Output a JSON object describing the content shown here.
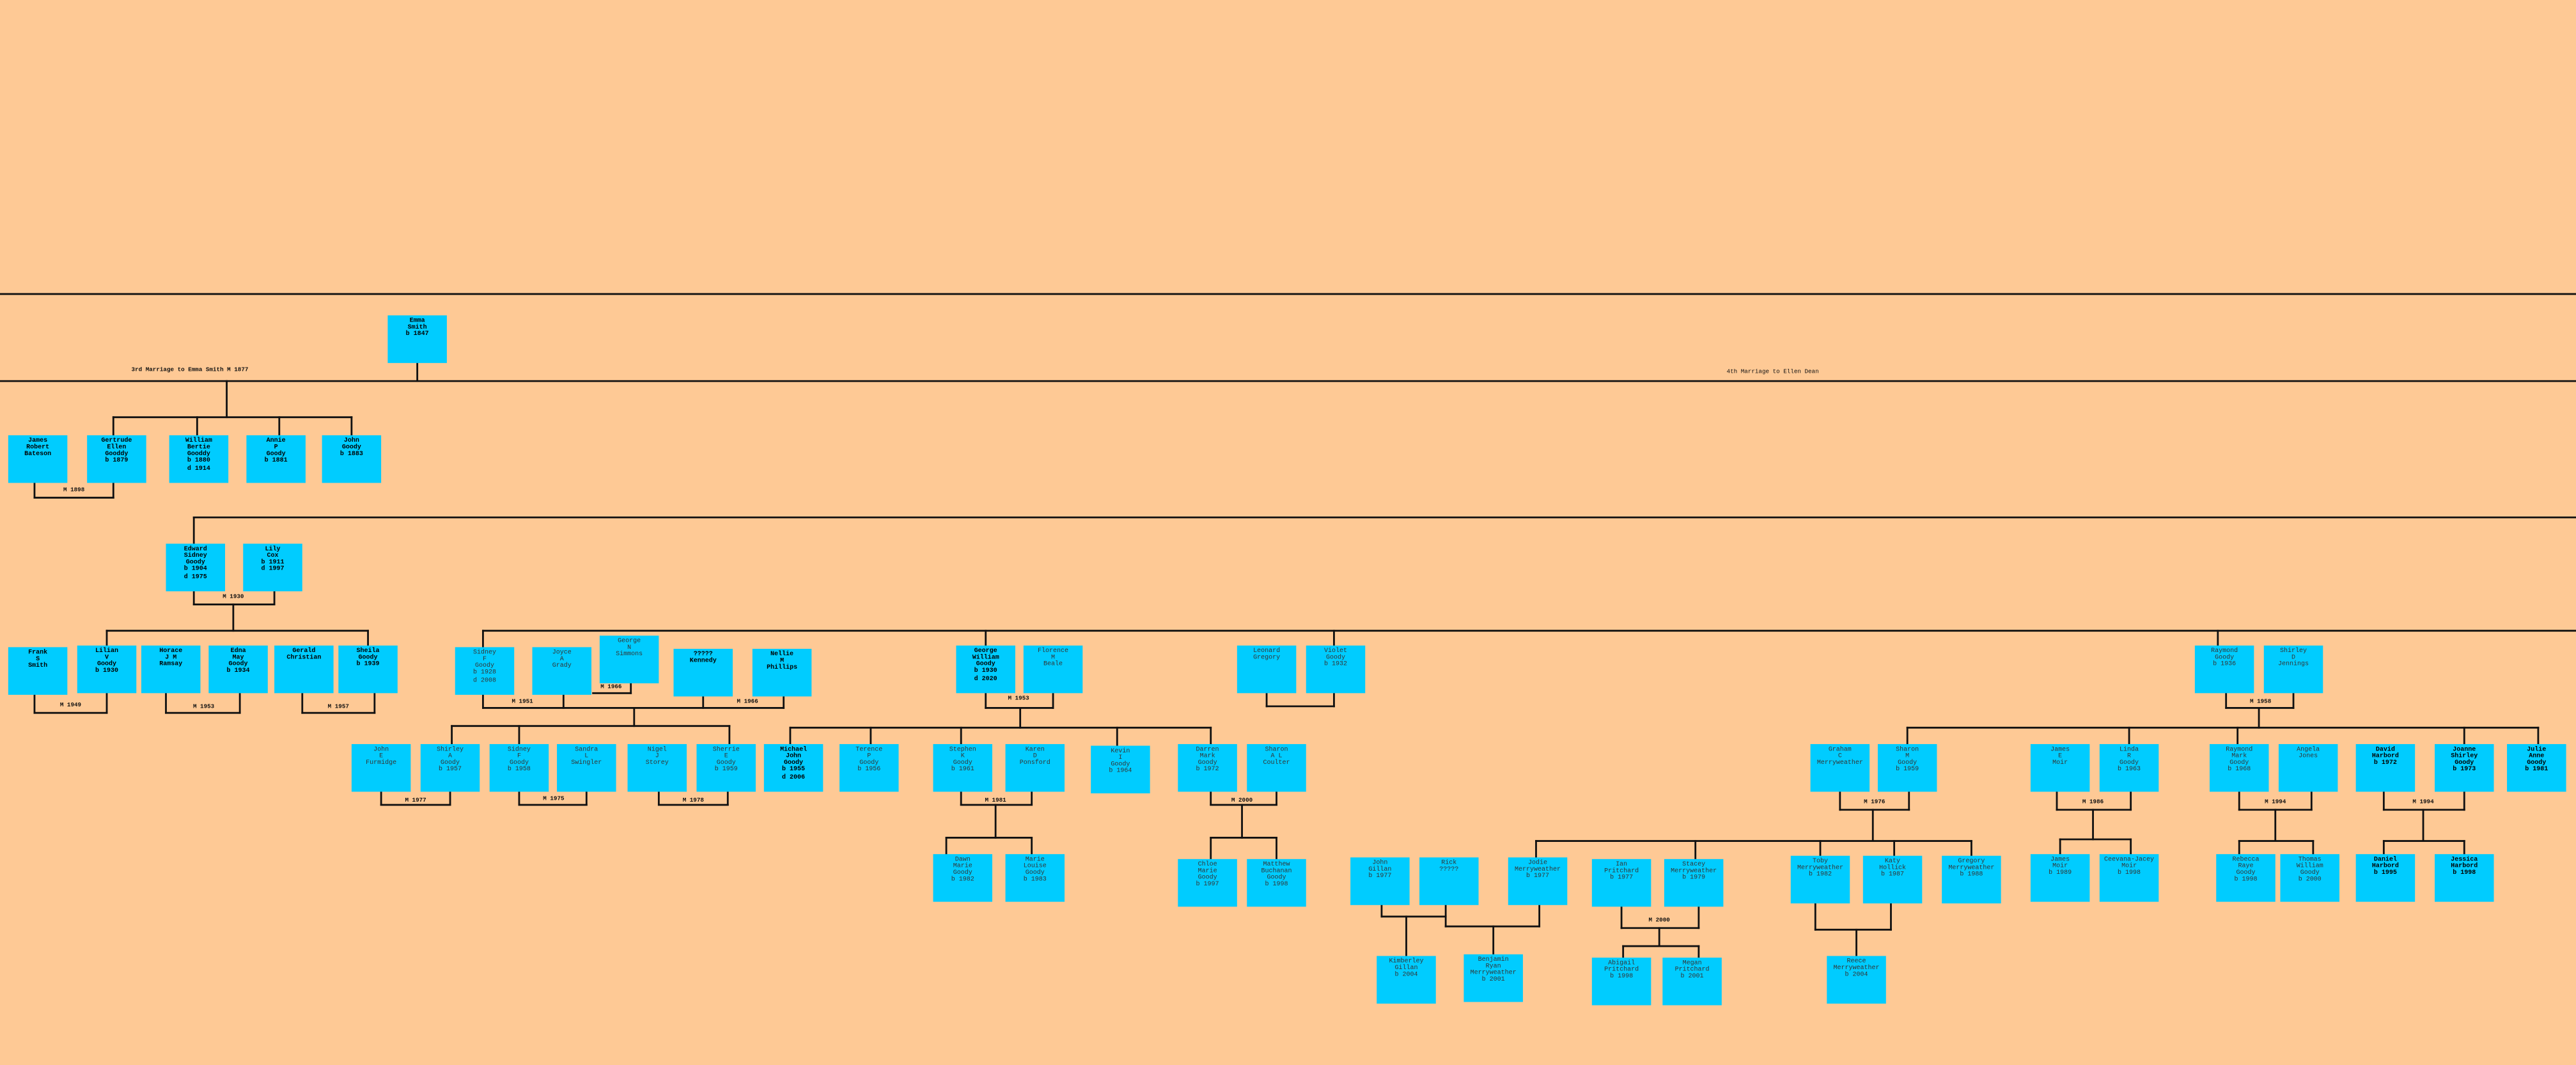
{
  "marriage_titles": {
    "third": "3rd Marriage to Emma Smith  M 1877",
    "fourth": "4th Marriage to Ellen Dean"
  },
  "people": [
    {
      "lines": [
        "Emma",
        "Smith",
        "b 1847"
      ]
    },
    {
      "lines": [
        "James",
        "Robert",
        "Bateson"
      ]
    },
    {
      "lines": [
        "Gertrude",
        "Ellen",
        "Gooddy",
        "b 1879"
      ]
    },
    {
      "lines": [
        "William",
        "Bertie",
        "Gooddy",
        "b 1880",
        "d 1914"
      ]
    },
    {
      "lines": [
        "Annie",
        "P",
        "Goody",
        "b 1881"
      ]
    },
    {
      "lines": [
        "John",
        "Goody",
        "b 1883"
      ]
    },
    {
      "lines": [
        "Edward",
        "Sidney",
        "Goody",
        "b 1904",
        "d 1975"
      ]
    },
    {
      "lines": [
        "Lily",
        "Cox",
        "b 1911",
        "d 1997"
      ]
    },
    {
      "lines": [
        "Frank",
        "S",
        "Smith"
      ]
    },
    {
      "lines": [
        "Lilian",
        "V",
        "Goody",
        "b 1930"
      ]
    },
    {
      "lines": [
        "Horace",
        "J M",
        "Ramsay"
      ]
    },
    {
      "lines": [
        "Edna",
        "May",
        "Goody",
        "b 1934"
      ]
    },
    {
      "lines": [
        "Gerald",
        "Christian"
      ]
    },
    {
      "lines": [
        "Sheila",
        "Goody",
        "b 1939"
      ]
    },
    {
      "lines": [
        "Sidney",
        "F",
        "Goody",
        "b 1928",
        "d 2008"
      ]
    },
    {
      "lines": [
        "Joyce",
        "A",
        "Grady"
      ]
    },
    {
      "lines": [
        "George",
        "N",
        "Simmons"
      ]
    },
    {
      "lines": [
        "?????",
        "Kennedy"
      ]
    },
    {
      "lines": [
        "Nellie",
        "M",
        "Phillips"
      ]
    },
    {
      "lines": [
        "George",
        "William",
        "Goody",
        "b 1930",
        "d 2020"
      ]
    },
    {
      "lines": [
        "Florence",
        "M",
        "Beale"
      ]
    },
    {
      "lines": [
        "Leonard",
        "Gregory"
      ]
    },
    {
      "lines": [
        "Violet",
        "Goody",
        "b 1932"
      ]
    },
    {
      "lines": [
        "Raymond",
        "Goody",
        "b 1936"
      ]
    },
    {
      "lines": [
        "Shirley",
        "D",
        "Jennings"
      ]
    },
    {
      "lines": [
        "John",
        "E",
        "Furmidge"
      ]
    },
    {
      "lines": [
        "Shirley",
        "A",
        "Goody",
        "b 1957"
      ]
    },
    {
      "lines": [
        "Sidney",
        "F",
        "Goody",
        "b 1958"
      ]
    },
    {
      "lines": [
        "Sandra",
        "L",
        "Swingler"
      ]
    },
    {
      "lines": [
        "Nigel",
        "J",
        "Storey"
      ]
    },
    {
      "lines": [
        "Sherrie",
        "E",
        "Goody",
        "b 1959"
      ]
    },
    {
      "lines": [
        "Michael",
        "John",
        "Goody",
        "b 1955",
        "d 2006"
      ]
    },
    {
      "lines": [
        "Terence",
        "P",
        "Goody",
        "b 1956"
      ]
    },
    {
      "lines": [
        "Stephen",
        "K",
        "Goody",
        "b 1961"
      ]
    },
    {
      "lines": [
        "Karen",
        "D",
        "Ponsford"
      ]
    },
    {
      "lines": [
        "Kevin",
        "I",
        "Goody",
        "b 1964"
      ]
    },
    {
      "lines": [
        "Darren",
        "Mark",
        "Goody",
        "b 1972"
      ]
    },
    {
      "lines": [
        "Sharon",
        "A L",
        "Coulter"
      ]
    },
    {
      "lines": [
        "Dawn",
        "Marie",
        "Goody",
        "b 1982"
      ]
    },
    {
      "lines": [
        "Marie",
        "Louise",
        "Goody",
        "b 1983"
      ]
    },
    {
      "lines": [
        "Chloe",
        "Marie",
        "Goody",
        "b 1997"
      ]
    },
    {
      "lines": [
        "Matthew",
        "Buchanan",
        "Goody",
        "b 1998"
      ]
    },
    {
      "lines": [
        "Graham",
        "C",
        "Merryweather"
      ]
    },
    {
      "lines": [
        "Sharon",
        "M",
        "Goody",
        "b 1959"
      ]
    },
    {
      "lines": [
        "James",
        "E",
        "Moir"
      ]
    },
    {
      "lines": [
        "Linda",
        "R",
        "Goody",
        "b 1963"
      ]
    },
    {
      "lines": [
        "Raymond",
        "Mark",
        "Goody",
        "b 1968"
      ]
    },
    {
      "lines": [
        "Angela",
        "Jones"
      ]
    },
    {
      "lines": [
        "David",
        "Harbord",
        "b 1972"
      ]
    },
    {
      "lines": [
        "Joanne",
        "Shirley",
        "Goody",
        "b 1973"
      ]
    },
    {
      "lines": [
        "Julie",
        "Anne",
        "Goody",
        "b 1981"
      ]
    },
    {
      "lines": [
        "John",
        "Gillan",
        "b 1977"
      ]
    },
    {
      "lines": [
        "Rick",
        "?????"
      ]
    },
    {
      "lines": [
        "Jodie",
        "Merryweather",
        "b 1977"
      ]
    },
    {
      "lines": [
        "Ian",
        "Pritchard",
        "b 1977"
      ]
    },
    {
      "lines": [
        "Stacey",
        "Merryweather",
        "b 1979"
      ]
    },
    {
      "lines": [
        "Toby",
        "Merryweather",
        "b 1982"
      ]
    },
    {
      "lines": [
        "Katy",
        "Hollick",
        "b 1987"
      ]
    },
    {
      "lines": [
        "Gregory",
        "Merryweather",
        "b 1988"
      ]
    },
    {
      "lines": [
        "James",
        "Moir",
        "b 1989"
      ]
    },
    {
      "lines": [
        "Ceevana-Jacey",
        "Moir",
        "b 1998"
      ]
    },
    {
      "lines": [
        "Rebecca",
        "Raye",
        "Goody",
        "b 1998"
      ]
    },
    {
      "lines": [
        "Thomas",
        "William",
        "Goody",
        "b 2000"
      ]
    },
    {
      "lines": [
        "Daniel",
        "Harbord",
        "b 1995"
      ]
    },
    {
      "lines": [
        "Jessica",
        "Harbord",
        "b 1998"
      ]
    },
    {
      "lines": [
        "Kimberley",
        "Gillan",
        "b 2004"
      ]
    },
    {
      "lines": [
        "Benjamin",
        "Ryan",
        "Merryweather",
        "b 2001"
      ]
    },
    {
      "lines": [
        "Abigail",
        "Pritchard",
        "b 1998"
      ]
    },
    {
      "lines": [
        "Megan",
        "Pritchard",
        "b 2001"
      ]
    },
    {
      "lines": [
        "Reece",
        "Merryweather",
        "b 2004"
      ]
    }
  ],
  "marriages": [
    "M 1898",
    "M 1930",
    "M 1949",
    "M 1953",
    "M 1957",
    "M 1951",
    "M 1966",
    "M 1966",
    "M 1953",
    "M 1977",
    "M 1975",
    "M 1978",
    "M 1981",
    "M 2000",
    "M 1976",
    "M 1986",
    "M 1958",
    "M 1994",
    "M 1994",
    "M 2000"
  ],
  "colors": {
    "background": "#fec995",
    "box": "#00ccff",
    "line": "#111111"
  }
}
